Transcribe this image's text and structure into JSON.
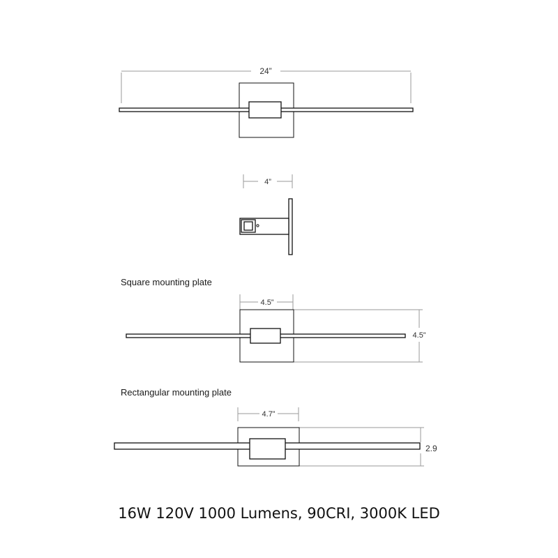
{
  "views": {
    "front": {
      "width_label": "24”"
    },
    "side": {
      "depth_label": "4”"
    },
    "square_plate": {
      "caption": "Square mounting plate",
      "width_label": "4.5”",
      "height_label": "4.5”"
    },
    "rect_plate": {
      "caption": "Rectangular mounting plate",
      "width_label": "4.7”",
      "height_label": "2.9"
    }
  },
  "spec_line": "16W 120V 1000 Lumens, 90CRI, 3000K LED",
  "colors": {
    "line": "#111111",
    "dim": "#9a9a9a",
    "text": "#333333"
  }
}
